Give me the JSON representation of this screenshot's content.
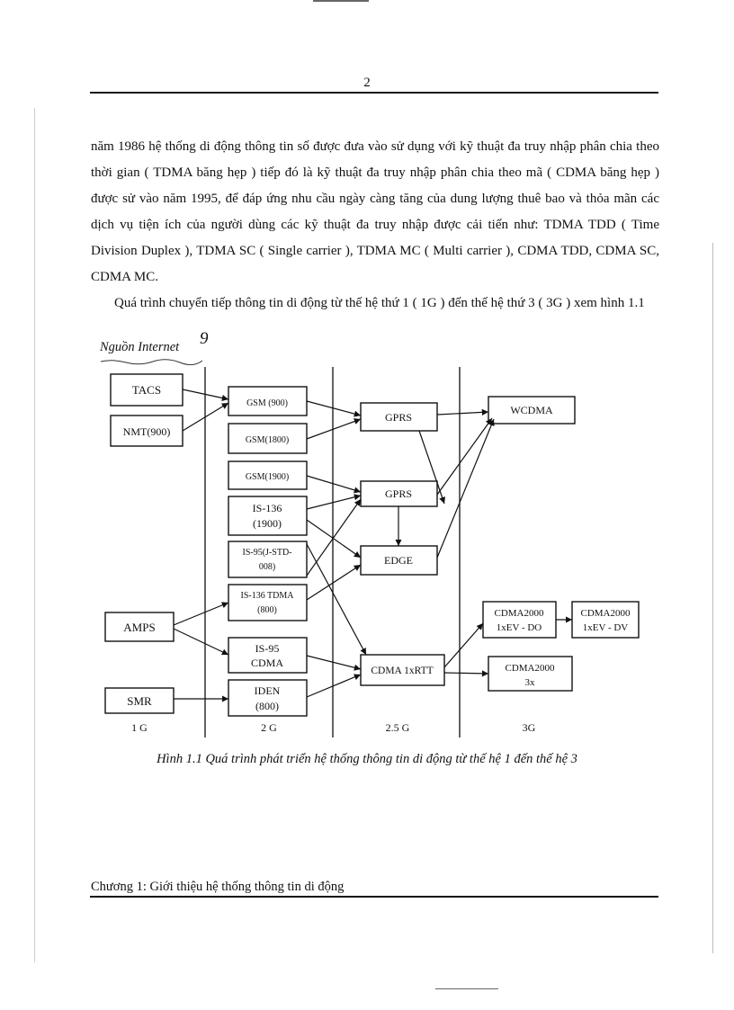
{
  "page": {
    "number": "2",
    "paragraphs": [
      "năm 1986 hệ thống di động thông tin số được đưa vào sử dụng với kỹ thuật đa truy nhập phân chia theo thời gian ( TDMA băng hẹp ) tiếp đó là kỹ thuật đa truy nhập phân chia theo mã ( CDMA băng hẹp ) được sử vào năm 1995, để đáp ứng nhu cầu ngày càng tăng của dung lượng thuê bao và thỏa mãn các dịch vụ tiện ích của người dùng các kỹ thuật đa truy nhập được cải tiến như: TDMA TDD ( Time Division Duplex ), TDMA SC ( Single carrier ), TDMA MC ( Multi carrier ), CDMA TDD, CDMA SC, CDMA MC.",
      "Quá trình chuyển tiếp thông tin di động từ thế hệ  thứ 1 ( 1G )  đến thế hệ thứ 3 ( 3G ) xem hình 1.1"
    ],
    "source_note": "Nguồn Internet",
    "handwritten_mark": "9",
    "figure_caption": "Hình 1.1 Quá trình phát triển hệ thống thông tin di động từ thế hệ 1 đến thế hệ 3",
    "footer": "Chương 1: Giới thiệu hệ thống thông tin di động"
  },
  "diagram": {
    "generations": [
      "1 G",
      "2 G",
      "2.5 G",
      "3G"
    ],
    "nodes": {
      "tacs": "TACS",
      "nmt": "NMT(900)",
      "amps": "AMPS",
      "smr": "SMR",
      "gsm900": "GSM (900)",
      "gsm1800": "GSM(1800)",
      "gsm1900": "GSM(1900)",
      "is136_1": "IS-136",
      "is136_2": "(1900)",
      "is95j_1": "IS-95(J-STD-",
      "is95j_2": "008)",
      "is136tdma_1": "IS-136 TDMA",
      "is136tdma_2": "(800)",
      "is95cdma_1": "IS-95",
      "is95cdma_2": "CDMA",
      "iden_1": "IDEN",
      "iden_2": "(800)",
      "gprs_a": "GPRS",
      "gprs_b": "GPRS",
      "edge": "EDGE",
      "cdma1x": "CDMA 1xRTT",
      "wcdma": "WCDMA",
      "do_1": "CDMA2000",
      "do_2": "1xEV - DO",
      "dv_1": "CDMA2000",
      "dv_2": "1xEV - DV",
      "c3x_1": "CDMA2000",
      "c3x_2": "3x"
    }
  }
}
